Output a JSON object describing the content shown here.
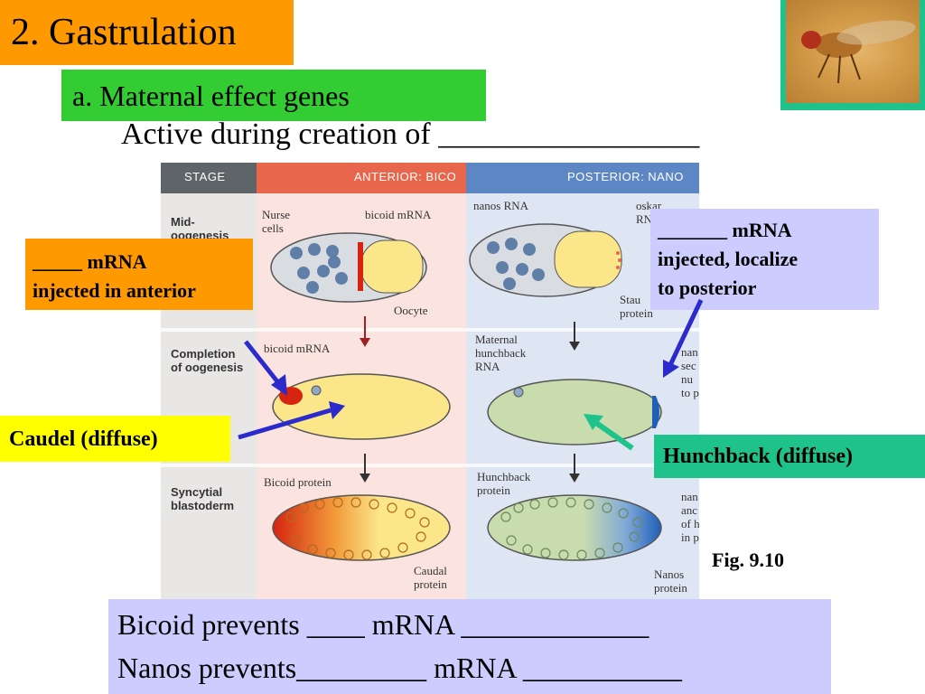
{
  "title": "2. Gastrulation",
  "subtitle": "a. Maternal effect genes",
  "active_line": "Active during creation of _________________",
  "figure": {
    "headers": {
      "stage": "STAGE",
      "anterior": "ANTERIOR: BICO",
      "posterior": "POSTERIOR: NANO"
    },
    "stages": [
      "Mid-\noogenesis",
      "Completion\nof oogenesis",
      "Syncytial\nblastoderm"
    ],
    "labels": {
      "nurse_cells": "Nurse\ncells",
      "bicoid_mrna_top": "bicoid mRNA",
      "oocyte": "Oocyte",
      "nanos_rna": "nanos RNA",
      "oskar": "oskar\nRN",
      "staufen": "Stau\nprotein",
      "bicoid_mrna_mid": "bicoid mRNA",
      "maternal_hunchback": "Maternal\nhunchback\nRNA",
      "nan_mid": "nan\nsec\nnu\nto p",
      "bicoid_protein": "Bicoid protein",
      "caudal_protein": "Caudal\nprotein",
      "hunchback_protein": "Hunchback\nprotein",
      "nanos_protein": "Nanos\nprotein",
      "nan_bottom": "nan\nanc\nof h\nin p"
    },
    "colors": {
      "bicoid": "#d62410",
      "nanos": "#1f5fb8",
      "yolk": "#fbe68a",
      "hunchback": "#c9dcae"
    }
  },
  "callouts": {
    "anterior": "_____ mRNA\ninjected in anterior",
    "posterior": "_______ mRNA\ninjected, localize\nto posterior",
    "caudel": "Caudel (diffuse)",
    "hunchback": "Hunchback (diffuse)"
  },
  "fig_caption": "Fig. 9.10",
  "bottom": {
    "line1": "Bicoid prevents ____ mRNA _____________",
    "line2": "Nanos prevents_________ mRNA ___________"
  },
  "arrow_colors": {
    "blue": "#2b2bcc",
    "teal": "#1fc28a"
  }
}
